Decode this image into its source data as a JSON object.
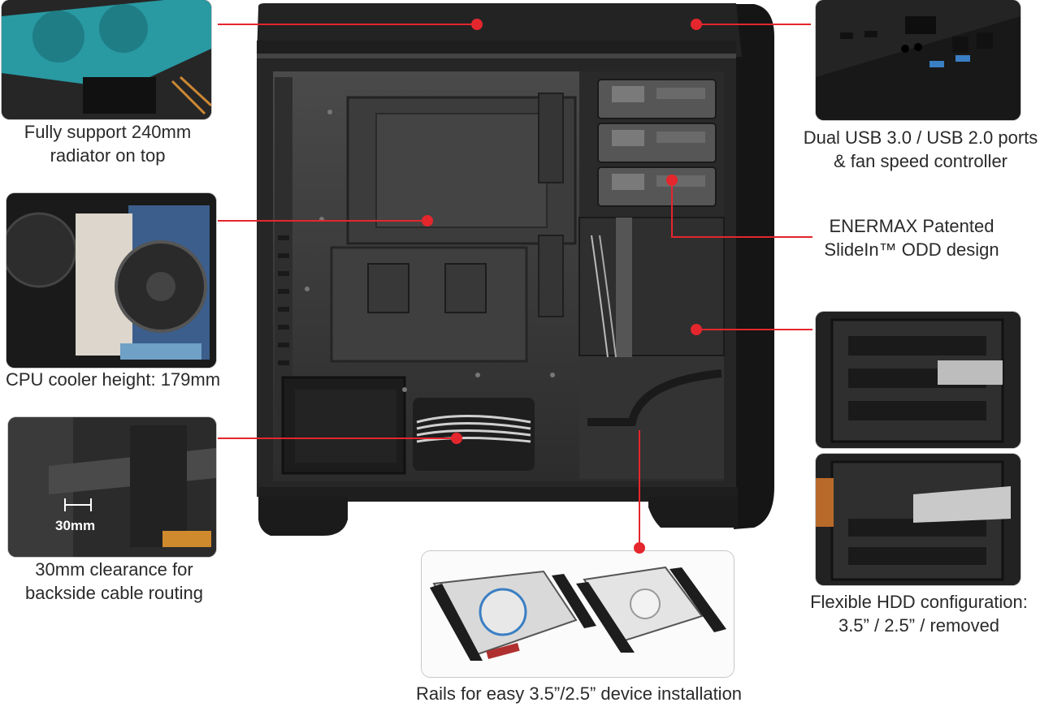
{
  "captions": {
    "radiator": [
      "Fully support 240mm",
      "radiator on top"
    ],
    "cooler": "CPU cooler height: 179mm",
    "clearance": [
      "30mm clearance for",
      "backside cable routing"
    ],
    "ports": [
      "Dual USB 3.0 / USB 2.0 ports",
      "& fan speed controller"
    ],
    "odd": [
      "ENERMAX Patented",
      "SlideIn™ ODD design"
    ],
    "hdd": [
      "Flexible HDD configuration:",
      "3.5” / 2.5” / removed"
    ],
    "rails": "Rails for easy 3.5”/2.5” device installation"
  },
  "measure_label": "30mm",
  "colors": {
    "callout_red": "#e4262d",
    "case_black": "#2b2b2b",
    "panel_dark": "#3a3a3a",
    "accent_teal": "#2aa6b0",
    "accent_blue": "#3a7fc4"
  },
  "icons": [
    "radiator-photo",
    "cpu-cooler-photo",
    "clearance-photo",
    "io-panel-photo",
    "hdd-cage-photo",
    "hdd-tray-photo",
    "drive-rails-photo",
    "pc-case-photo"
  ]
}
